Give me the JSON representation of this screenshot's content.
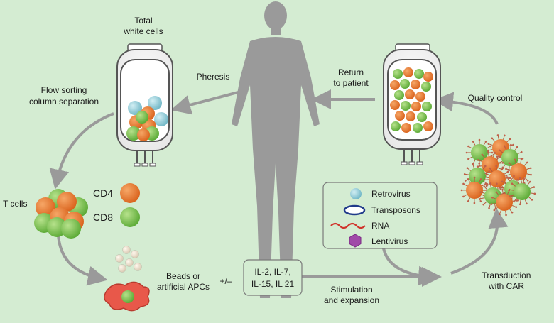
{
  "labels": {
    "total_white_cells_1": "Total",
    "total_white_cells_2": "white cells",
    "pheresis": "Pheresis",
    "return_1": "Return",
    "return_2": "to patient",
    "quality_control": "Quality control",
    "flow_sorting_1": "Flow sorting",
    "flow_sorting_2": "column separation",
    "t_cells": "T cells",
    "cd4": "CD4",
    "cd8": "CD8",
    "beads_1": "Beads or",
    "beads_2": "artificial APCs",
    "plus_minus": "+/–",
    "il_line1": "IL-2, IL-7,",
    "il_line2": "IL-15, IL 21",
    "stimulation_1": "Stimulation",
    "stimulation_2": "and expansion",
    "transduction_1": "Transduction",
    "transduction_2": "with CAR"
  },
  "legend": {
    "items": [
      {
        "label": "Retrovirus",
        "icon": "retrovirus-icon"
      },
      {
        "label": "Transposons",
        "icon": "transposon-icon"
      },
      {
        "label": "RNA",
        "icon": "rna-icon"
      },
      {
        "label": "Lentivirus",
        "icon": "lentivirus-icon"
      }
    ]
  },
  "colors": {
    "background": "#d4ecd2",
    "orange_cell": "#e8762a",
    "green_cell": "#7cc448",
    "blue_cell": "#8ccbd8",
    "arrow": "#9a9a9a",
    "human": "#9a9a9a"
  }
}
